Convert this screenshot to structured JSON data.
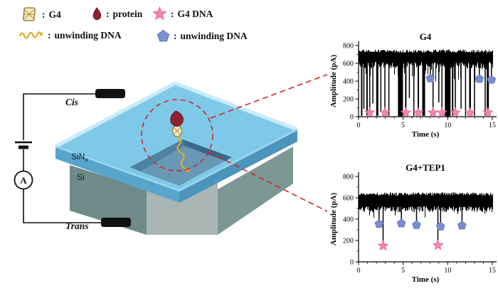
{
  "legend": {
    "colon": ":",
    "items": [
      {
        "name": "g4",
        "label": "G4"
      },
      {
        "name": "protein",
        "label": "protein"
      },
      {
        "name": "g4-dna",
        "label": "G4 DNA"
      },
      {
        "name": "unwinding-dna-strand",
        "label": "unwinding DNA"
      },
      {
        "name": "unwinding-dna-pentagon",
        "label": "unwinding DNA"
      }
    ]
  },
  "device": {
    "cis": "Cis",
    "trans": "Trans",
    "sinx_base": "SiN",
    "sinx_sub": "x",
    "si": "Si",
    "ammeter": "A"
  },
  "colors": {
    "membrane_blue": "#7ec9e8",
    "substrate_gray": "#6f8b89",
    "accent_red": "#cc2a2a",
    "star_pink": "#f287b0",
    "star_edge": "#e0649c",
    "pentagon_blue": "#7b8fd0",
    "pentagon_edge": "#5e73c0",
    "dna_yellow": "#e2a825",
    "protein_red": "#8e2230"
  },
  "chart_data": [
    {
      "type": "line",
      "title": "G4",
      "xlabel": "Time (s)",
      "ylabel": "Amplitude (pA)",
      "xlim": [
        0,
        15
      ],
      "ylim": [
        0,
        800
      ],
      "xticks": [
        0,
        5,
        10,
        15
      ],
      "yticks": [
        0,
        200,
        400,
        600,
        800
      ],
      "legend_position": "none",
      "grid": false,
      "noise": {
        "top": 755,
        "bottom": 615,
        "top_jit": 35,
        "bot_jit": 70,
        "deep_prob": 0.18,
        "deep_extra": 170,
        "seed": 7
      },
      "spikes": [
        {
          "x": 0.35,
          "y": 10,
          "w": 2
        },
        {
          "x": 0.6,
          "y": 90,
          "w": 1.5
        },
        {
          "x": 0.95,
          "y": 10,
          "w": 2
        },
        {
          "x": 1.25,
          "y": 60,
          "w": 1.5
        },
        {
          "x": 1.6,
          "y": 150,
          "w": 1.5
        },
        {
          "x": 2.1,
          "y": 10,
          "w": 3
        },
        {
          "x": 2.5,
          "y": 60,
          "w": 1.5
        },
        {
          "x": 2.95,
          "y": 60,
          "w": 1.5
        },
        {
          "x": 3.4,
          "y": 10,
          "w": 1.5
        },
        {
          "x": 4.7,
          "y": 5,
          "w": 7
        },
        {
          "x": 5.3,
          "y": 40,
          "w": 2
        },
        {
          "x": 5.7,
          "y": 210,
          "w": 1.5
        },
        {
          "x": 6.2,
          "y": 10,
          "w": 1.5
        },
        {
          "x": 6.7,
          "y": 50,
          "w": 2
        },
        {
          "x": 7.3,
          "y": 10,
          "w": 4
        },
        {
          "x": 8.05,
          "y": 430,
          "w": 1.5
        },
        {
          "x": 8.35,
          "y": 60,
          "w": 1.5
        },
        {
          "x": 9.0,
          "y": 160,
          "w": 1.5
        },
        {
          "x": 9.35,
          "y": 55,
          "w": 1.5
        },
        {
          "x": 10.0,
          "y": 5,
          "w": 8
        },
        {
          "x": 10.55,
          "y": 10,
          "w": 2
        },
        {
          "x": 10.85,
          "y": 60,
          "w": 1.5
        },
        {
          "x": 11.5,
          "y": 90,
          "w": 1.5
        },
        {
          "x": 12.0,
          "y": 10,
          "w": 1.5
        },
        {
          "x": 12.5,
          "y": 50,
          "w": 2.5
        },
        {
          "x": 13.0,
          "y": 10,
          "w": 1.5
        },
        {
          "x": 13.55,
          "y": 425,
          "w": 1.5
        },
        {
          "x": 14.2,
          "y": 10,
          "w": 1.5
        },
        {
          "x": 14.5,
          "y": 50,
          "w": 3
        },
        {
          "x": 14.9,
          "y": 415,
          "w": 1.5
        }
      ],
      "stars": [
        {
          "x": 1.25,
          "y": 45
        },
        {
          "x": 2.95,
          "y": 45
        },
        {
          "x": 5.3,
          "y": 45
        },
        {
          "x": 6.7,
          "y": 45
        },
        {
          "x": 8.35,
          "y": 45
        },
        {
          "x": 9.35,
          "y": 45
        },
        {
          "x": 10.85,
          "y": 45
        },
        {
          "x": 12.5,
          "y": 45
        },
        {
          "x": 14.5,
          "y": 45
        }
      ],
      "pentagons": [
        {
          "x": 8.05,
          "y": 430
        },
        {
          "x": 13.55,
          "y": 425
        },
        {
          "x": 14.9,
          "y": 415
        }
      ]
    },
    {
      "type": "line",
      "title": "G4+TEP1",
      "xlabel": "Time (s)",
      "ylabel": "Amplitude (pA)",
      "xlim": [
        0,
        15
      ],
      "ylim": [
        0,
        800
      ],
      "xticks": [
        0,
        5,
        10,
        15
      ],
      "yticks": [
        0,
        200,
        400,
        600,
        800
      ],
      "legend_position": "none",
      "grid": false,
      "noise": {
        "top": 650,
        "bottom": 520,
        "top_jit": 30,
        "bot_jit": 55,
        "deep_prob": 0.05,
        "deep_extra": 90,
        "seed": 11
      },
      "spikes": [
        {
          "x": 2.3,
          "y": 355,
          "w": 1.5
        },
        {
          "x": 2.75,
          "y": 150,
          "w": 1.5
        },
        {
          "x": 4.8,
          "y": 360,
          "w": 1.5
        },
        {
          "x": 6.5,
          "y": 345,
          "w": 1.5
        },
        {
          "x": 8.9,
          "y": 155,
          "w": 1.5
        },
        {
          "x": 9.2,
          "y": 330,
          "w": 1.5
        },
        {
          "x": 11.6,
          "y": 340,
          "w": 1.5
        }
      ],
      "stars": [
        {
          "x": 2.75,
          "y": 150
        },
        {
          "x": 8.9,
          "y": 155
        }
      ],
      "pentagons": [
        {
          "x": 2.3,
          "y": 355
        },
        {
          "x": 4.8,
          "y": 360
        },
        {
          "x": 6.5,
          "y": 345
        },
        {
          "x": 9.2,
          "y": 330
        },
        {
          "x": 11.6,
          "y": 340
        }
      ]
    }
  ]
}
